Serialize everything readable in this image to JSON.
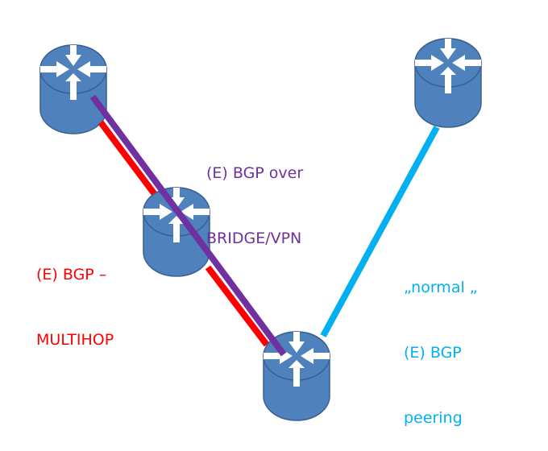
{
  "diagram": {
    "colors": {
      "router_fill": "#4f81bd",
      "router_stroke": "#3a5f8f",
      "arrow": "#ffffff",
      "multihop": "#ff0000",
      "bridge_vpn": "#7030a0",
      "normal": "#00b0f0"
    },
    "nodes": [
      {
        "id": "router-top-left",
        "icon": "router-icon"
      },
      {
        "id": "router-middle",
        "icon": "router-icon"
      },
      {
        "id": "router-bottom",
        "icon": "router-icon"
      },
      {
        "id": "router-top-right",
        "icon": "router-icon"
      }
    ],
    "links": [
      {
        "id": "multihop",
        "from": "router-top-left",
        "to": "router-bottom",
        "via": "router-middle",
        "style": "segmented"
      },
      {
        "id": "bridge_vpn",
        "from": "router-top-left",
        "to": "router-bottom",
        "style": "continuous"
      },
      {
        "id": "normal",
        "from": "router-top-right",
        "to": "router-bottom",
        "style": "continuous"
      }
    ],
    "labels": {
      "bridge_vpn": {
        "line1": "(E) BGP over",
        "line2": "BRIDGE/VPN"
      },
      "multihop": {
        "line1": "(E) BGP –",
        "line2": "MULTIHOP"
      },
      "normal": {
        "line1": "„normal „",
        "line2": "(E) BGP",
        "line3": "peering"
      }
    }
  }
}
